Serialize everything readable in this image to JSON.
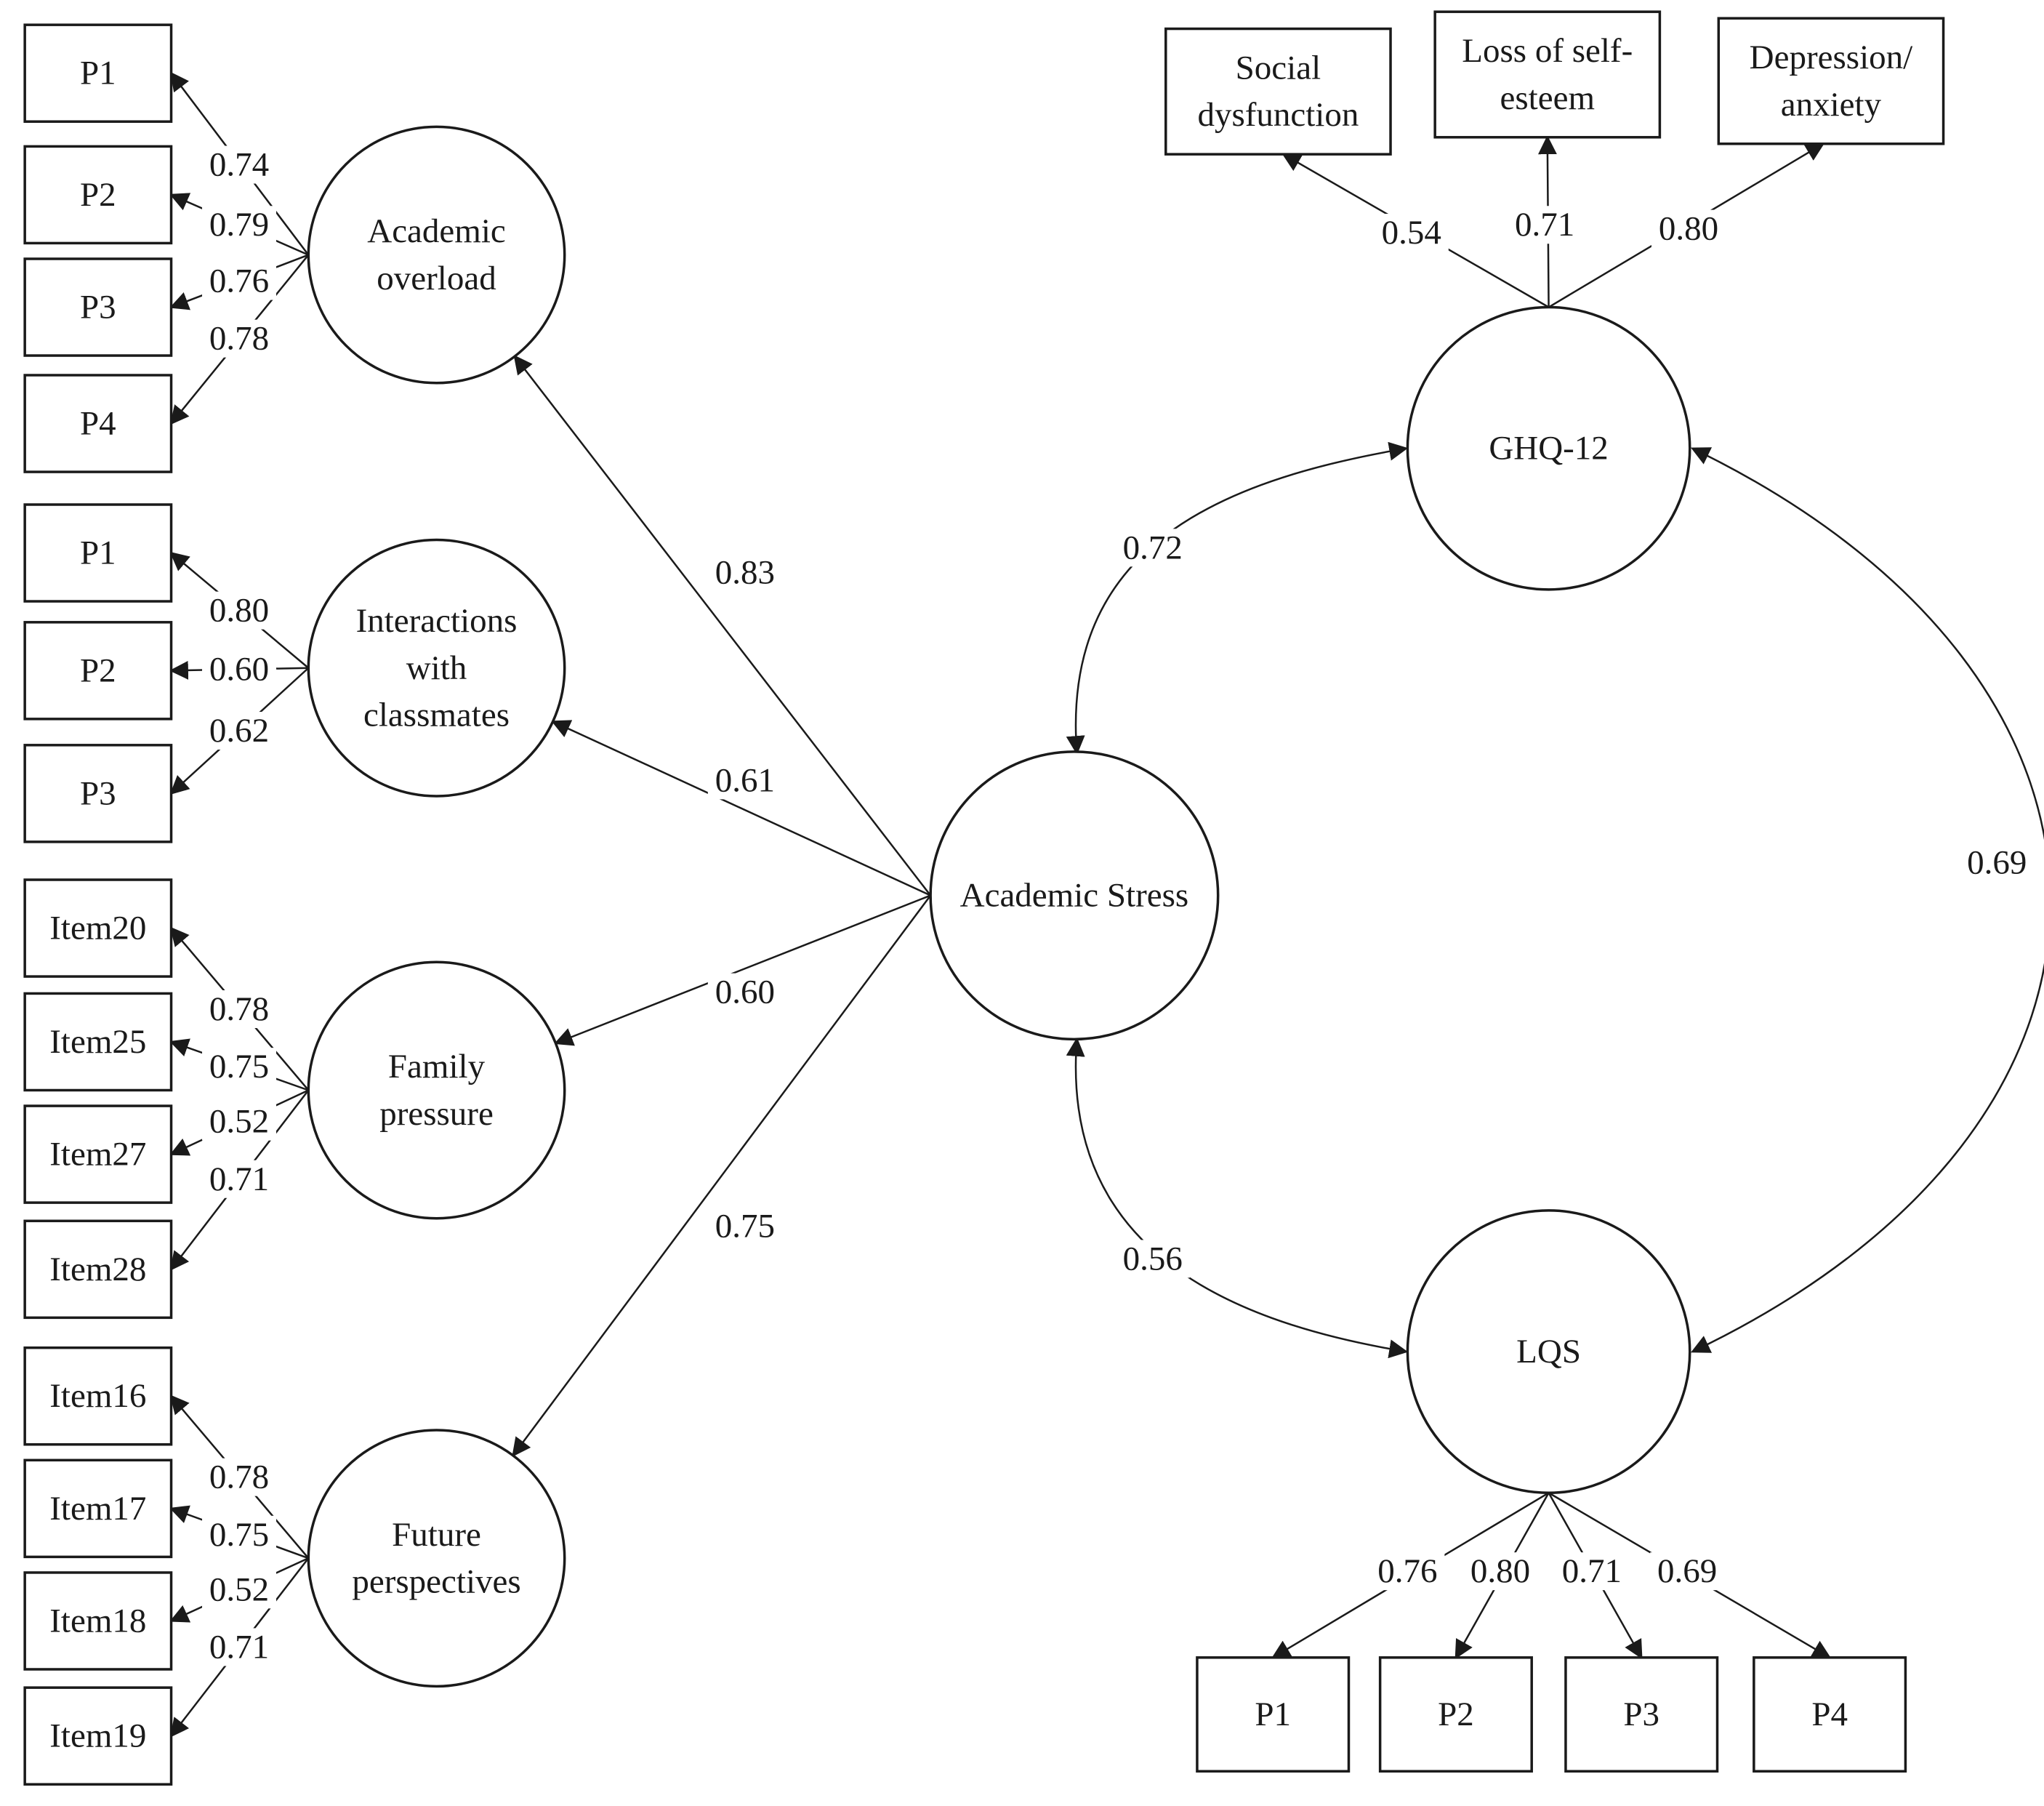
{
  "latents": {
    "academic_stress": [
      "Academic Stress"
    ],
    "academic_overload": [
      "Academic",
      "overload"
    ],
    "interactions": [
      "Interactions",
      "with",
      "classmates"
    ],
    "family_pressure": [
      "Family",
      "pressure"
    ],
    "future_perspectives": [
      "Future",
      "perspectives"
    ],
    "ghq12": [
      "GHQ-12"
    ],
    "lqs": [
      "LQS"
    ]
  },
  "indicators": {
    "ao": [
      "P1",
      "P2",
      "P3",
      "P4"
    ],
    "ic": [
      "P1",
      "P2",
      "P3"
    ],
    "fp": [
      "Item20",
      "Item25",
      "Item27",
      "Item28"
    ],
    "fu": [
      "Item16",
      "Item17",
      "Item18",
      "Item19"
    ],
    "ghq": [
      [
        "Social",
        "dysfunction"
      ],
      [
        "Loss of self-",
        "esteem"
      ],
      [
        "Depression/",
        "anxiety"
      ]
    ],
    "lqs": [
      "P1",
      "P2",
      "P3",
      "P4"
    ]
  },
  "loadings": {
    "ao": [
      "0.74",
      "0.79",
      "0.76",
      "0.78"
    ],
    "ic": [
      "0.80",
      "0.60",
      "0.62"
    ],
    "fp": [
      "0.78",
      "0.75",
      "0.52",
      "0.71"
    ],
    "fu": [
      "0.78",
      "0.75",
      "0.52",
      "0.71"
    ],
    "ghq": [
      "0.54",
      "0.71",
      "0.80"
    ],
    "lqs": [
      "0.76",
      "0.80",
      "0.71",
      "0.69"
    ]
  },
  "paths": {
    "to_academic_overload": "0.83",
    "to_interactions": "0.61",
    "to_family_pressure": "0.60",
    "to_future_perspectives": "0.75"
  },
  "correlations": {
    "stress_ghq12": "0.72",
    "stress_lqs": "0.56",
    "ghq12_lqs": "0.69"
  }
}
